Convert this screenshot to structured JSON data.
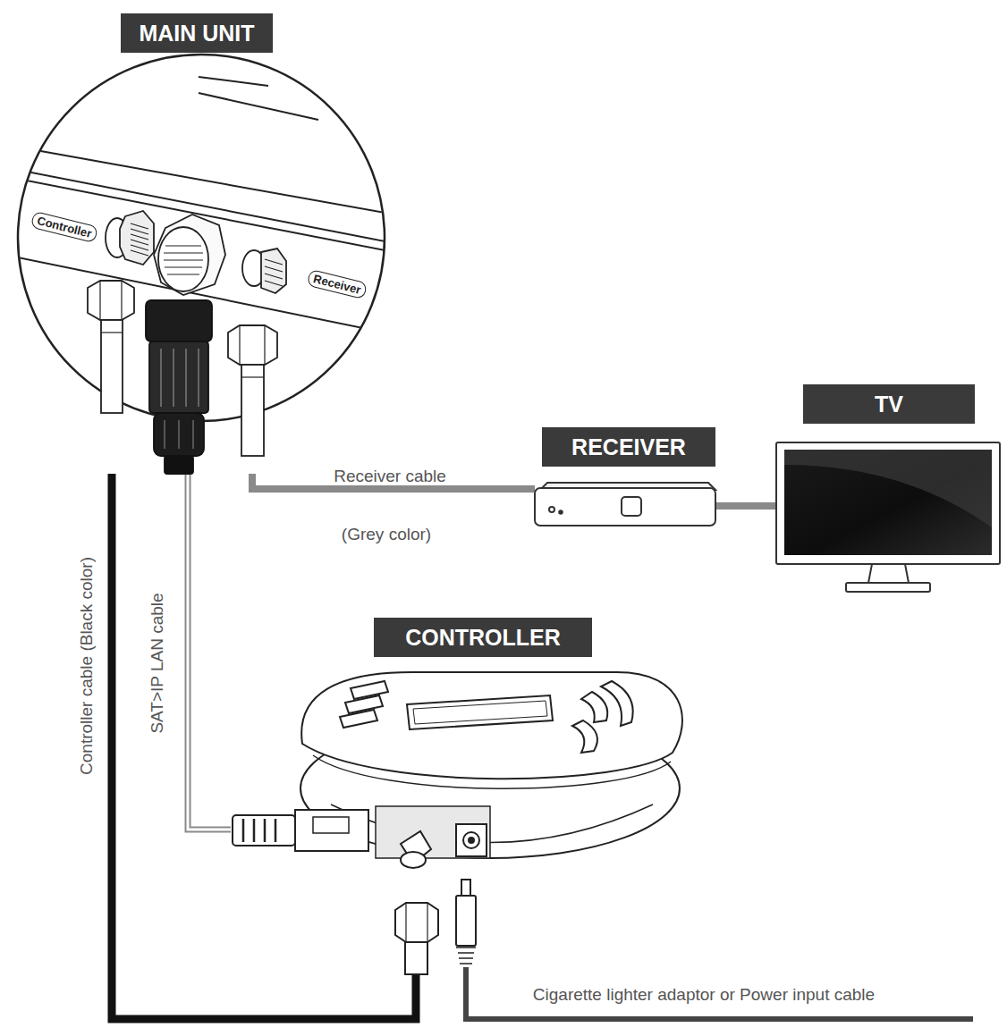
{
  "diagram": {
    "nodes": [
      {
        "text": [
          "MAIN UNIT"
        ]
      },
      {
        "text": [
          "RECEIVER"
        ]
      },
      {
        "text": [
          "TV"
        ]
      },
      {
        "text": [
          "CONTROLLER"
        ]
      }
    ],
    "edges": [
      {
        "from": 0,
        "to": 3,
        "label": "Controller cable (Black color)",
        "arrow": "none"
      },
      {
        "from": 0,
        "to": 3,
        "label": "SAT>IP LAN cable",
        "arrow": "none"
      },
      {
        "from": 0,
        "to": 1,
        "label": "Receiver cable",
        "arrow": "none"
      },
      {
        "from": 1,
        "to": 2,
        "arrow": "none"
      }
    ],
    "labels": [
      "Controller",
      "Receiver",
      "(Grey color)",
      "Cigarette lighter adaptor or Power input cable"
    ]
  }
}
